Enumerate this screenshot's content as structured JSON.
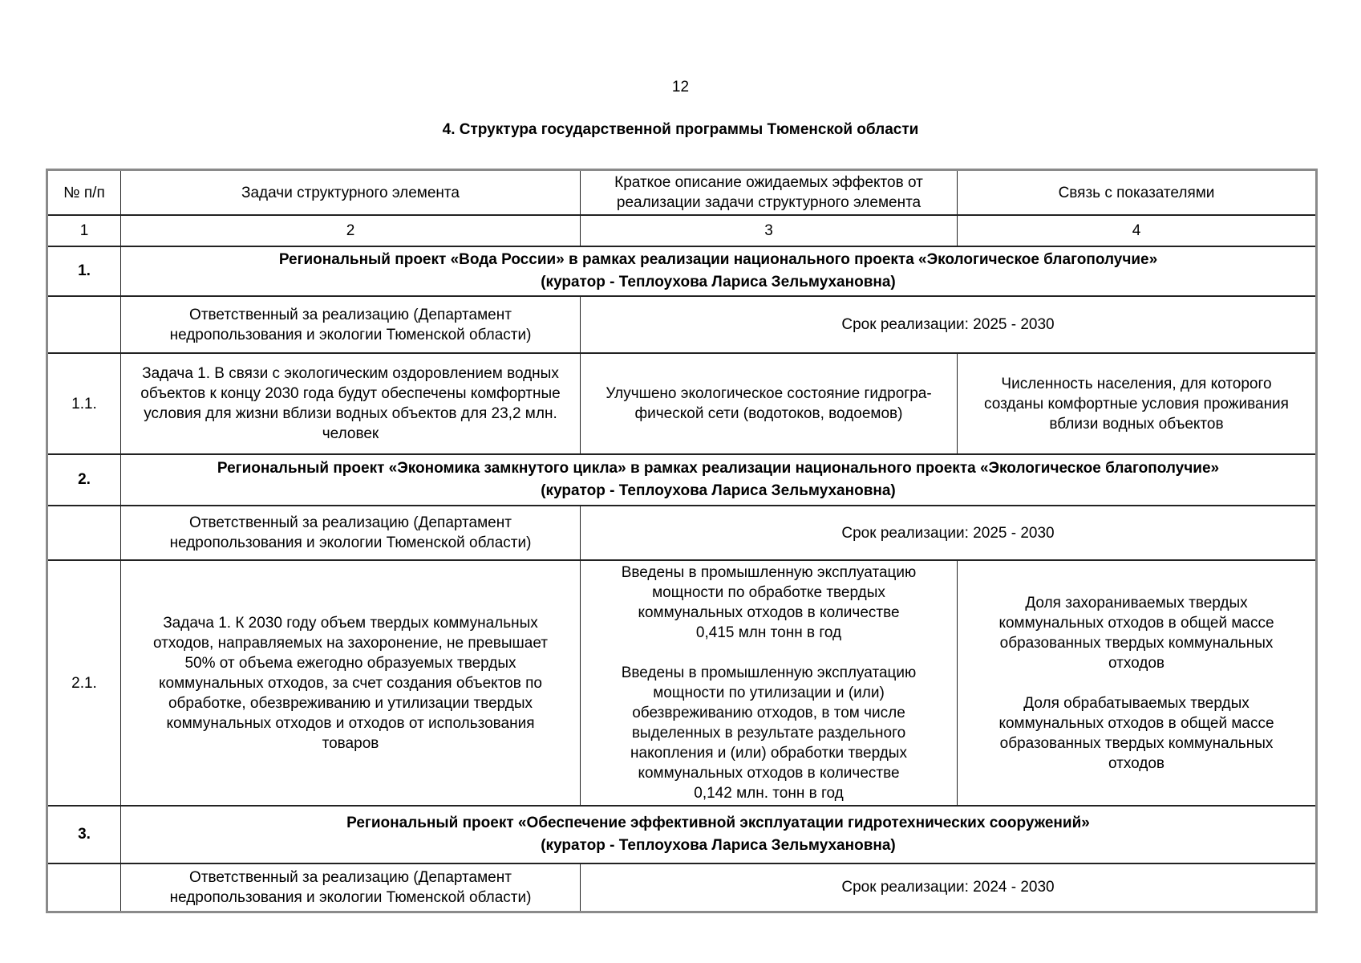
{
  "page": {
    "number": "12",
    "title": "4. Структура государственной программы Тюменской области"
  },
  "table": {
    "header": {
      "col1": "№ п/п",
      "col2": "Задачи структурного элемента",
      "col3": "Краткое описание ожидаемых эффектов от\nреализации задачи структурного элемента",
      "col4": "Связь с показателями"
    },
    "colnums": {
      "c1": "1",
      "c2": "2",
      "c3": "3",
      "c4": "4"
    },
    "sections": [
      {
        "num": "1.",
        "project": "Региональный проект «Вода России» в рамках реализации национального проекта «Экологическое благополучие»\n(куратор - Теплоухова Лариса Зельмухановна)",
        "responsible": "Ответственный за реализацию (Департамент\nнедропользования и экологии Тюменской области)",
        "period": "Срок реализации: 2025 - 2030",
        "tasks": [
          {
            "num": "1.1.",
            "task": "Задача 1. В связи с экологическим оздоровлением водных\nобъектов к концу 2030 года будут обеспечены комфортные\nусловия для жизни вблизи водных объектов для 23,2 млн.\nчеловек",
            "effect": "Улучшено экологическое состояние гидрогра-\nфической сети (водотоков, водоемов)",
            "indicators": "Численность населения, для которого\nсозданы комфортные условия проживания\nвблизи водных объектов"
          }
        ]
      },
      {
        "num": "2.",
        "project": "Региональный проект «Экономика замкнутого цикла» в рамках реализации национального проекта «Экологическое благополучие»\n(куратор - Теплоухова Лариса Зельмухановна)",
        "responsible": "Ответственный за реализацию (Департамент\nнедропользования и экологии Тюменской области)",
        "period": "Срок реализации: 2025 - 2030",
        "tasks": [
          {
            "num": "2.1.",
            "task": "Задача 1. К 2030 году объем твердых коммунальных\nотходов, направляемых на захоронение, не превышает\n50% от объема ежегодно образуемых твердых\nкоммунальных отходов, за счет создания объектов по\nобработке, обезвреживанию и утилизации твердых\nкоммунальных отходов и отходов от использования\nтоваров",
            "effect": "Введены в промышленную эксплуатацию\nмощности по обработке твердых\nкоммунальных отходов в количестве\n0,415 млн тонн в год\n\nВведены в промышленную эксплуатацию\nмощности по утилизации и (или)\nобезвреживанию отходов, в том числе\nвыделенных в результате раздельного\nнакопления и (или) обработки твердых\nкоммунальных отходов в количестве\n0,142 млн. тонн в год",
            "indicators": "Доля захораниваемых твердых\nкоммунальных отходов в общей массе\nобразованных твердых коммунальных\nотходов\n\nДоля обрабатываемых твердых\nкоммунальных отходов в общей массе\nобразованных твердых коммунальных\nотходов"
          }
        ]
      },
      {
        "num": "3.",
        "project": "Региональный проект «Обеспечение эффективной эксплуатации гидротехнических сооружений»\n(куратор - Теплоухова Лариса Зельмухановна)",
        "responsible": "Ответственный за реализацию (Департамент\nнедропользования и экологии Тюменской области)",
        "period": "Срок реализации: 2024 - 2030"
      }
    ]
  }
}
